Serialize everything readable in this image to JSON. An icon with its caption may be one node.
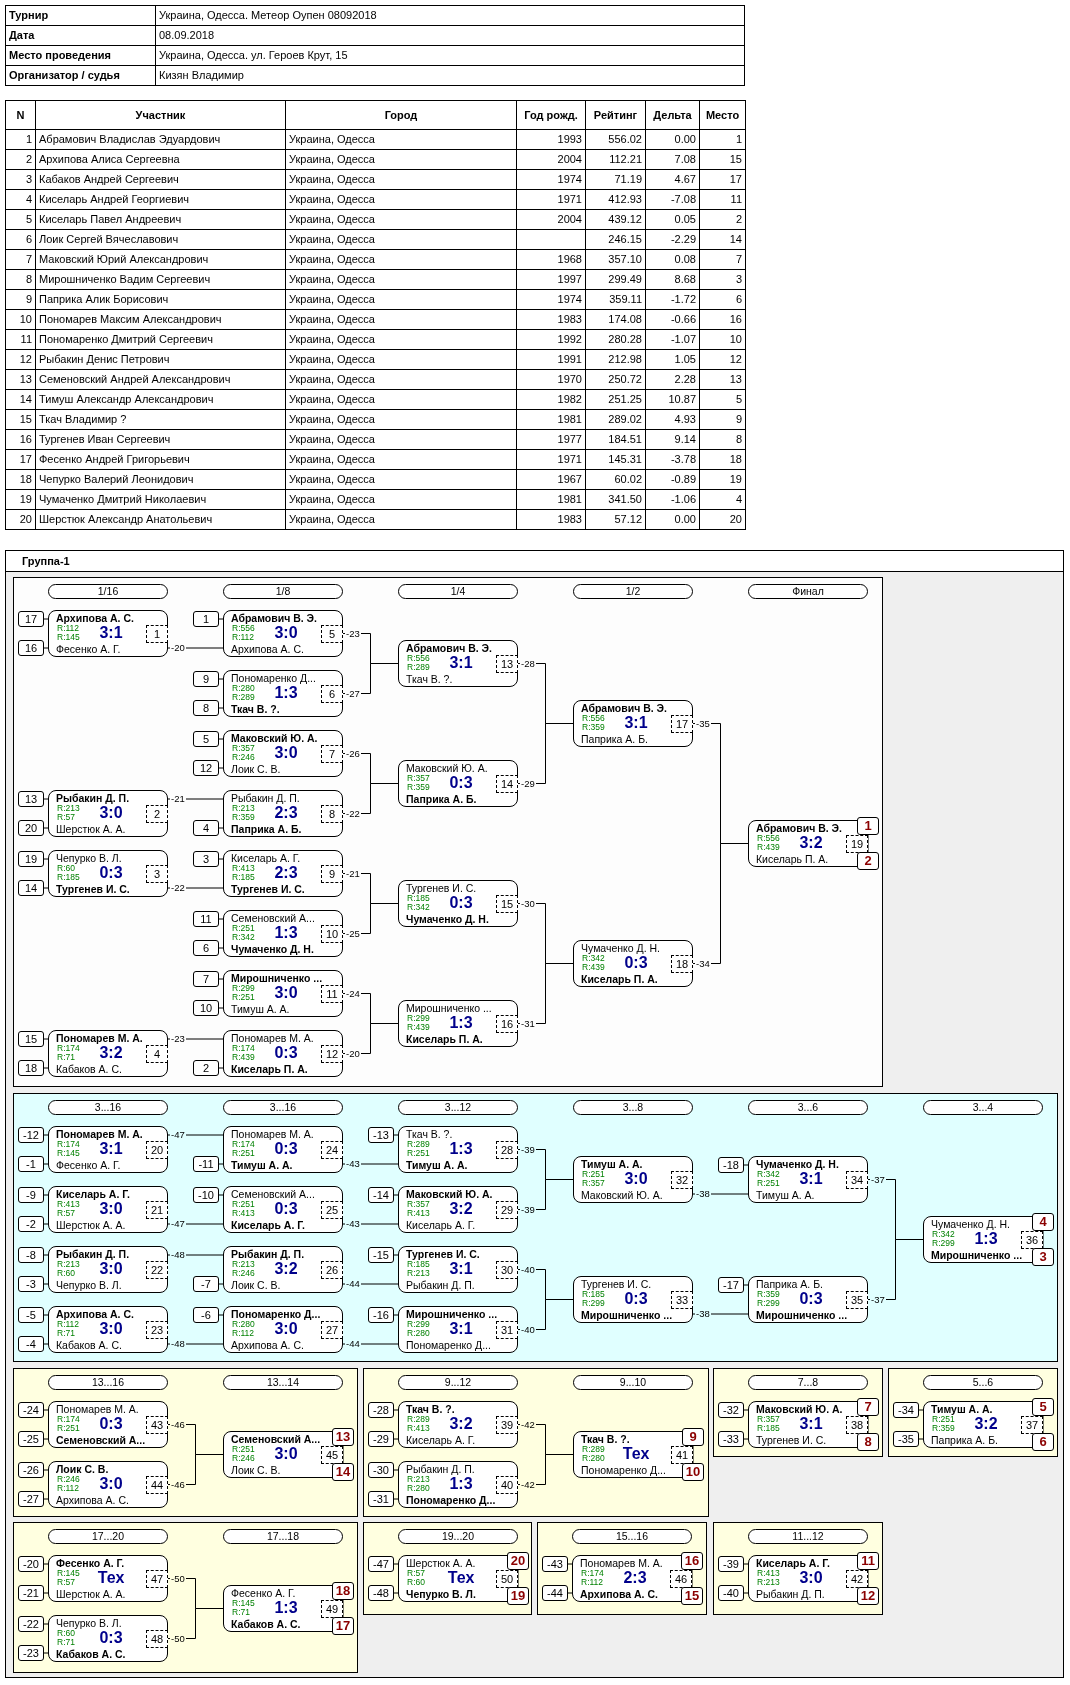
{
  "diagram": {
    "nodes": [
      {
        "text": [
          "Группа-1"
        ]
      },
      {
        "text": [],
        "shape": "box",
        "in": 0
      },
      {
        "text": [],
        "shape": "box",
        "in": 0
      },
      {
        "text": [],
        "shape": "box",
        "in": 0
      },
      {
        "text": [],
        "shape": "box",
        "in": 0
      },
      {
        "text": [],
        "shape": "box",
        "in": 0
      },
      {
        "text": [],
        "shape": "box",
        "in": 0
      },
      {
        "text": [],
        "shape": "box",
        "in": 0
      },
      {
        "text": [],
        "shape": "box",
        "in": 0
      },
      {
        "text": [],
        "shape": "box",
        "in": 0
      },
      {
        "text": [],
        "shape": "box",
        "in": 0
      },
      {
        "text": [
          "1/16"
        ],
        "in": 1
      },
      {
        "text": [
          "1/8"
        ],
        "in": 1
      },
      {
        "text": [
          "1/4"
        ],
        "in": 1
      },
      {
        "text": [
          "1/2"
        ],
        "in": 1
      },
      {
        "text": [
          "Финал"
        ],
        "in": 1
      },
      {
        "text": [
          "3...16"
        ],
        "in": 2
      },
      {
        "text": [
          "3...16"
        ],
        "in": 2
      },
      {
        "text": [
          "3...12"
        ],
        "in": 2
      },
      {
        "text": [
          "3...8"
        ],
        "in": 2
      },
      {
        "text": [
          "3...6"
        ],
        "in": 2
      },
      {
        "text": [
          "3...4"
        ],
        "in": 2
      },
      {
        "text": [
          "13...16"
        ],
        "in": 3
      },
      {
        "text": [
          "13...14"
        ],
        "in": 3
      },
      {
        "text": [
          "9...12"
        ],
        "in": 4
      },
      {
        "text": [
          "9...10"
        ],
        "in": 4
      },
      {
        "text": [
          "7...8"
        ],
        "in": 5
      },
      {
        "text": [
          "5...6"
        ],
        "in": 6
      },
      {
        "text": [
          "17...20"
        ],
        "in": 7
      },
      {
        "text": [
          "17...18"
        ],
        "in": 7
      },
      {
        "text": [
          "19...20"
        ],
        "in": 8
      },
      {
        "text": [
          "15...16"
        ],
        "in": 9
      },
      {
        "text": [
          "11...12"
        ],
        "in": 10
      },
      {
        "text": [
          "**Архипова А. С.**",
          "R:112",
          "R:145",
          "3:1",
          "1",
          "Фесенко А. Г."
        ],
        "in": 1
      },
      {
        "text": [
          "**Рыбакин Д. П.**",
          "R:213",
          "R:57",
          "3:0",
          "2",
          "Шерстюк А. А."
        ],
        "in": 1
      },
      {
        "text": [
          "Чепурко В. Л.",
          "R:60",
          "R:185",
          "0:3",
          "3",
          "**Тургенев И. С.**"
        ],
        "in": 1
      },
      {
        "text": [
          "**Пономарев М. А.**",
          "R:174",
          "R:71",
          "3:2",
          "4",
          "Кабаков А. С."
        ],
        "in": 1
      },
      {
        "text": [
          "**Абрамович В. Э.**",
          "R:556",
          "R:112",
          "3:0",
          "5",
          "Архипова А. С."
        ],
        "in": 1
      },
      {
        "text": [
          "Пономаренко Д...",
          "R:280",
          "R:289",
          "1:3",
          "6",
          "**Ткач В. ?.**"
        ],
        "in": 1
      },
      {
        "text": [
          "**Маковский Ю. А.**",
          "R:357",
          "R:246",
          "3:0",
          "7",
          "Лоик С. В."
        ],
        "in": 1
      },
      {
        "text": [
          "Рыбакин Д. П.",
          "R:213",
          "R:359",
          "2:3",
          "8",
          "**Паприка А. Б.**"
        ],
        "in": 1
      },
      {
        "text": [
          "Киселарь А. Г.",
          "R:413",
          "R:185",
          "2:3",
          "9",
          "**Тургенев И. С.**"
        ],
        "in": 1
      },
      {
        "text": [
          "Семеновский А...",
          "R:251",
          "R:342",
          "1:3",
          "10",
          "**Чумаченко Д. Н.**"
        ],
        "in": 1
      },
      {
        "text": [
          "**Мирошниченко ...**",
          "R:299",
          "R:251",
          "3:0",
          "11",
          "Тимуш А. А."
        ],
        "in": 1
      },
      {
        "text": [
          "Пономарев М. А.",
          "R:174",
          "R:439",
          "0:3",
          "12",
          "**Киселарь П. А.**"
        ],
        "in": 1
      },
      {
        "text": [
          "**Абрамович В. Э.**",
          "R:556",
          "R:289",
          "3:1",
          "13",
          "Ткач В. ?."
        ],
        "in": 1
      },
      {
        "text": [
          "Маковский Ю. А.",
          "R:357",
          "R:359",
          "0:3",
          "14",
          "**Паприка А. Б.**"
        ],
        "in": 1
      },
      {
        "text": [
          "Тургенев И. С.",
          "R:185",
          "R:342",
          "0:3",
          "15",
          "**Чумаченко Д. Н.**"
        ],
        "in": 1
      },
      {
        "text": [
          "Мирошниченко ...",
          "R:299",
          "R:439",
          "1:3",
          "16",
          "**Киселарь П. А.**"
        ],
        "in": 1
      },
      {
        "text": [
          "**Абрамович В. Э.**",
          "R:556",
          "R:359",
          "3:1",
          "17",
          "Паприка А. Б."
        ],
        "in": 1
      },
      {
        "text": [
          "Чумаченко Д. Н.",
          "R:342",
          "R:439",
          "0:3",
          "18",
          "**Киселарь П. А.**"
        ],
        "in": 1
      },
      {
        "text": [
          "**Абрамович В. Э.**",
          "R:556",
          "R:439",
          "3:2",
          "19",
          "Киселарь П. А."
        ],
        "in": 1
      },
      {
        "text": [
          "**Пономарев М. А.**",
          "R:174",
          "R:145",
          "3:1",
          "20",
          "Фесенко А. Г."
        ],
        "in": 2
      },
      {
        "text": [
          "**Киселарь А. Г.**",
          "R:413",
          "R:57",
          "3:0",
          "21",
          "Шерстюк А. А."
        ],
        "in": 2
      },
      {
        "text": [
          "**Рыбакин Д. П.**",
          "R:213",
          "R:60",
          "3:0",
          "22",
          "Чепурко В. Л."
        ],
        "in": 2
      },
      {
        "text": [
          "**Архипова А. С.**",
          "R:112",
          "R:71",
          "3:0",
          "23",
          "Кабаков А. С."
        ],
        "in": 2
      },
      {
        "text": [
          "Пономарев М. А.",
          "R:174",
          "R:251",
          "0:3",
          "24",
          "**Тимуш А. А.**"
        ],
        "in": 2
      },
      {
        "text": [
          "Семеновский А...",
          "R:251",
          "R:413",
          "0:3",
          "25",
          "**Киселарь А. Г.**"
        ],
        "in": 2
      },
      {
        "text": [
          "**Рыбакин Д. П.**",
          "R:213",
          "R:246",
          "3:2",
          "26",
          "Лоик С. В."
        ],
        "in": 2
      },
      {
        "text": [
          "**Пономаренко Д...**",
          "R:280",
          "R:112",
          "3:0",
          "27",
          "Архипова А. С."
        ],
        "in": 2
      },
      {
        "text": [
          "Ткач В. ?.",
          "R:289",
          "R:251",
          "1:3",
          "28",
          "**Тимуш А. А.**"
        ],
        "in": 2
      },
      {
        "text": [
          "**Маковский Ю. А.**",
          "R:357",
          "R:413",
          "3:2",
          "29",
          "Киселарь А. Г."
        ],
        "in": 2
      },
      {
        "text": [
          "**Тургенев И. С.**",
          "R:185",
          "R:213",
          "3:1",
          "30",
          "Рыбакин Д. П."
        ],
        "in": 2
      },
      {
        "text": [
          "**Мирошниченко ...**",
          "R:299",
          "R:280",
          "3:1",
          "31",
          "Пономаренко Д..."
        ],
        "in": 2
      },
      {
        "text": [
          "**Тимуш А. А.**",
          "R:251",
          "R:357",
          "3:0",
          "32",
          "Маковский Ю. А."
        ],
        "in": 2
      },
      {
        "text": [
          "Тургенев И. С.",
          "R:185",
          "R:299",
          "0:3",
          "33",
          "**Мирошниченко ...**"
        ],
        "in": 2
      },
      {
        "text": [
          "**Чумаченко Д. Н.**",
          "R:342",
          "R:251",
          "3:1",
          "34",
          "Тимуш А. А."
        ],
        "in": 2
      },
      {
        "text": [
          "Паприка А. Б.",
          "R:359",
          "R:299",
          "0:3",
          "35",
          "**Мирошниченко ...**"
        ],
        "in": 2
      },
      {
        "text": [
          "Чумаченко Д. Н.",
          "R:342",
          "R:299",
          "1:3",
          "36",
          "**Мирошниченко ...**"
        ],
        "in": 2
      },
      {
        "text": [
          "**Тимуш А. А.**",
          "R:251",
          "R:359",
          "3:2",
          "37",
          "Паприка А. Б."
        ],
        "in": 6
      },
      {
        "text": [
          "**Маковский Ю. А.**",
          "R:357",
          "R:185",
          "3:1",
          "38",
          "Тургенев И. С."
        ],
        "in": 5
      },
      {
        "text": [
          "**Ткач В. ?.**",
          "R:289",
          "R:413",
          "3:2",
          "39",
          "Киселарь А. Г."
        ],
        "in": 4
      },
      {
        "text": [
          "Рыбакин Д. П.",
          "R:213",
          "R:280",
          "1:3",
          "40",
          "**Пономаренко Д...**"
        ],
        "in": 4
      },
      {
        "text": [
          "**Ткач В. ?.**",
          "R:289",
          "R:280",
          "Тех",
          "41",
          "Пономаренко Д..."
        ],
        "in": 4
      },
      {
        "text": [
          "**Киселарь А. Г.**",
          "R:413",
          "R:213",
          "3:0",
          "42",
          "Рыбакин Д. П."
        ],
        "in": 10
      },
      {
        "text": [
          "Пономарев М. А.",
          "R:174",
          "R:251",
          "0:3",
          "43",
          "**Семеновский А...**"
        ],
        "in": 3
      },
      {
        "text": [
          "**Лоик С. В.**",
          "R:246",
          "R:112",
          "3:0",
          "44",
          "Архипова А. С."
        ],
        "in": 3
      },
      {
        "text": [
          "**Семеновский А...**",
          "R:251",
          "R:246",
          "3:0",
          "45",
          "Лоик С. В."
        ],
        "in": 3
      },
      {
        "text": [
          "Пономарев М. А.",
          "R:174",
          "R:112",
          "2:3",
          "46",
          "**Архипова А. С.**"
        ],
        "in": 9
      },
      {
        "text": [
          "**Фесенко А. Г.**",
          "R:145",
          "R:57",
          "Тех",
          "47",
          "Шерстюк А. А."
        ],
        "in": 7
      },
      {
        "text": [
          "Чепурко В. Л.",
          "R:60",
          "R:71",
          "0:3",
          "48",
          "**Кабаков А. С.**"
        ],
        "in": 7
      },
      {
        "text": [
          "Фесенко А. Г.",
          "R:145",
          "R:71",
          "1:3",
          "49",
          "**Кабаков А. С.**"
        ],
        "in": 7
      },
      {
        "text": [
          "Шерстюк А. А.",
          "R:57",
          "R:60",
          "Тех",
          "50",
          "**Чепурко В. Л.**"
        ],
        "in": 8
      },
      {
        "text": [
          "17"
        ],
        "in": 1
      },
      {
        "text": [
          "16"
        ],
        "in": 1
      },
      {
        "text": [
          "13"
        ],
        "in": 1
      },
      {
        "text": [
          "20"
        ],
        "in": 1
      },
      {
        "text": [
          "19"
        ],
        "in": 1
      },
      {
        "text": [
          "14"
        ],
        "in": 1
      },
      {
        "text": [
          "15"
        ],
        "in": 1
      },
      {
        "text": [
          "18"
        ],
        "in": 1
      },
      {
        "text": [
          "1"
        ],
        "in": 1
      },
      {
        "text": [
          "9"
        ],
        "in": 1
      },
      {
        "text": [
          "8"
        ],
        "in": 1
      },
      {
        "text": [
          "5"
        ],
        "in": 1
      },
      {
        "text": [
          "12"
        ],
        "in": 1
      },
      {
        "text": [
          "4"
        ],
        "in": 1
      },
      {
        "text": [
          "3"
        ],
        "in": 1
      },
      {
        "text": [
          "11"
        ],
        "in": 1
      },
      {
        "text": [
          "6"
        ],
        "in": 1
      },
      {
        "text": [
          "7"
        ],
        "in": 1
      },
      {
        "text": [
          "10"
        ],
        "in": 1
      },
      {
        "text": [
          "2"
        ],
        "in": 1
      },
      {
        "text": [
          "-12"
        ],
        "in": 2
      },
      {
        "text": [
          "-1"
        ],
        "in": 2
      },
      {
        "text": [
          "-9"
        ],
        "in": 2
      },
      {
        "text": [
          "-2"
        ],
        "in": 2
      },
      {
        "text": [
          "-8"
        ],
        "in": 2
      },
      {
        "text": [
          "-3"
        ],
        "in": 2
      },
      {
        "text": [
          "-5"
        ],
        "in": 2
      },
      {
        "text": [
          "-4"
        ],
        "in": 2
      },
      {
        "text": [
          "-11"
        ],
        "in": 2
      },
      {
        "text": [
          "-10"
        ],
        "in": 2
      },
      {
        "text": [
          "-7"
        ],
        "in": 2
      },
      {
        "text": [
          "-6"
        ],
        "in": 2
      },
      {
        "text": [
          "-13"
        ],
        "in": 2
      },
      {
        "text": [
          "-14"
        ],
        "in": 2
      },
      {
        "text": [
          "-15"
        ],
        "in": 2
      },
      {
        "text": [
          "-16"
        ],
        "in": 2
      },
      {
        "text": [
          "-18"
        ],
        "in": 2
      },
      {
        "text": [
          "-17"
        ],
        "in": 2
      },
      {
        "text": [
          "-34"
        ],
        "in": 6
      },
      {
        "text": [
          "-35"
        ],
        "in": 6
      },
      {
        "text": [
          "-32"
        ],
        "in": 5
      },
      {
        "text": [
          "-33"
        ],
        "in": 5
      },
      {
        "text": [
          "-28"
        ],
        "in": 4
      },
      {
        "text": [
          "-29"
        ],
        "in": 4
      },
      {
        "text": [
          "-30"
        ],
        "in": 4
      },
      {
        "text": [
          "-31"
        ],
        "in": 4
      },
      {
        "text": [
          "-39"
        ],
        "in": 10
      },
      {
        "text": [
          "-40"
        ],
        "in": 10
      },
      {
        "text": [
          "-24"
        ],
        "in": 3
      },
      {
        "text": [
          "-25"
        ],
        "in": 3
      },
      {
        "text": [
          "-26"
        ],
        "in": 3
      },
      {
        "text": [
          "-27"
        ],
        "in": 3
      },
      {
        "text": [
          "-43"
        ],
        "in": 9
      },
      {
        "text": [
          "-44"
        ],
        "in": 9
      },
      {
        "text": [
          "-20"
        ],
        "in": 7
      },
      {
        "text": [
          "-21"
        ],
        "in": 7
      },
      {
        "text": [
          "-22"
        ],
        "in": 7
      },
      {
        "text": [
          "-23"
        ],
        "in": 7
      },
      {
        "text": [
          "-47"
        ],
        "in": 8
      },
      {
        "text": [
          "-48"
        ],
        "in": 8
      },
      {
        "text": [
          "1"
        ],
        "in": 1
      },
      {
        "text": [
          "2"
        ],
        "in": 1
      },
      {
        "text": [
          "4"
        ],
        "in": 2
      },
      {
        "text": [
          "3"
        ],
        "in": 2
      },
      {
        "text": [
          "5"
        ],
        "in": 6
      },
      {
        "text": [
          "6"
        ],
        "in": 6
      },
      {
        "text": [
          "7"
        ],
        "in": 5
      },
      {
        "text": [
          "8"
        ],
        "in": 5
      },
      {
        "text": [
          "9"
        ],
        "in": 4
      },
      {
        "text": [
          "10"
        ],
        "in": 4
      },
      {
        "text": [
          "11"
        ],
        "in": 10
      },
      {
        "text": [
          "12"
        ],
        "in": 10
      },
      {
        "text": [
          "13"
        ],
        "in": 3
      },
      {
        "text": [
          "14"
        ],
        "in": 3
      },
      {
        "text": [
          "16"
        ],
        "in": 9
      },
      {
        "text": [
          "15"
        ],
        "in": 9
      },
      {
        "text": [
          "18"
        ],
        "in": 7
      },
      {
        "text": [
          "17"
        ],
        "in": 7
      },
      {
        "text": [
          "20"
        ],
        "in": 8
      },
      {
        "text": [
          "19"
        ],
        "in": 8
      }
    ],
    "edges": [
      {
        "from": 83,
        "to": 33,
        "arrow": "none"
      },
      {
        "from": 84,
        "to": 33,
        "arrow": "none"
      },
      {
        "from": 85,
        "to": 34,
        "arrow": "none"
      },
      {
        "from": 86,
        "to": 34,
        "arrow": "none"
      },
      {
        "from": 87,
        "to": 35,
        "arrow": "none"
      },
      {
        "from": 88,
        "to": 35,
        "arrow": "none"
      },
      {
        "from": 89,
        "to": 36,
        "arrow": "none"
      },
      {
        "from": 90,
        "to": 36,
        "arrow": "none"
      },
      {
        "from": 91,
        "to": 37,
        "arrow": "none"
      },
      {
        "from": 92,
        "to": 38,
        "arrow": "none"
      },
      {
        "from": 93,
        "to": 38,
        "arrow": "none"
      },
      {
        "from": 94,
        "to": 39,
        "arrow": "none"
      },
      {
        "from": 95,
        "to": 39,
        "arrow": "none"
      },
      {
        "from": 96,
        "to": 40,
        "arrow": "none"
      },
      {
        "from": 97,
        "to": 41,
        "arrow": "none"
      },
      {
        "from": 98,
        "to": 42,
        "arrow": "none"
      },
      {
        "from": 99,
        "to": 42,
        "arrow": "none"
      },
      {
        "from": 100,
        "to": 43,
        "arrow": "none"
      },
      {
        "from": 101,
        "to": 43,
        "arrow": "none"
      },
      {
        "from": 102,
        "to": 44,
        "arrow": "none"
      },
      {
        "from": 103,
        "to": 52,
        "arrow": "none"
      },
      {
        "from": 104,
        "to": 52,
        "arrow": "none"
      },
      {
        "from": 105,
        "to": 53,
        "arrow": "none"
      },
      {
        "from": 106,
        "to": 53,
        "arrow": "none"
      },
      {
        "from": 107,
        "to": 54,
        "arrow": "none"
      },
      {
        "from": 108,
        "to": 54,
        "arrow": "none"
      },
      {
        "from": 109,
        "to": 55,
        "arrow": "none"
      },
      {
        "from": 110,
        "to": 55,
        "arrow": "none"
      },
      {
        "from": 111,
        "to": 56,
        "arrow": "none"
      },
      {
        "from": 112,
        "to": 57,
        "arrow": "none"
      },
      {
        "from": 113,
        "to": 58,
        "arrow": "none"
      },
      {
        "from": 114,
        "to": 59,
        "arrow": "none"
      },
      {
        "from": 115,
        "to": 60,
        "arrow": "none"
      },
      {
        "from": 116,
        "to": 61,
        "arrow": "none"
      },
      {
        "from": 117,
        "to": 62,
        "arrow": "none"
      },
      {
        "from": 118,
        "to": 63,
        "arrow": "none"
      },
      {
        "from": 119,
        "to": 66,
        "arrow": "none"
      },
      {
        "from": 120,
        "to": 67,
        "arrow": "none"
      },
      {
        "from": 121,
        "to": 69,
        "arrow": "none"
      },
      {
        "from": 122,
        "to": 69,
        "arrow": "none"
      },
      {
        "from": 123,
        "to": 70,
        "arrow": "none"
      },
      {
        "from": 124,
        "to": 70,
        "arrow": "none"
      },
      {
        "from": 125,
        "to": 71,
        "arrow": "none"
      },
      {
        "from": 126,
        "to": 71,
        "arrow": "none"
      },
      {
        "from": 127,
        "to": 72,
        "arrow": "none"
      },
      {
        "from": 128,
        "to": 72,
        "arrow": "none"
      },
      {
        "from": 129,
        "to": 74,
        "arrow": "none"
      },
      {
        "from": 130,
        "to": 74,
        "arrow": "none"
      },
      {
        "from": 131,
        "to": 75,
        "arrow": "none"
      },
      {
        "from": 132,
        "to": 75,
        "arrow": "none"
      },
      {
        "from": 133,
        "to": 76,
        "arrow": "none"
      },
      {
        "from": 134,
        "to": 76,
        "arrow": "none"
      },
      {
        "from": 135,
        "to": 78,
        "arrow": "none"
      },
      {
        "from": 136,
        "to": 78,
        "arrow": "none"
      },
      {
        "from": 137,
        "to": 79,
        "arrow": "none"
      },
      {
        "from": 138,
        "to": 79,
        "arrow": "none"
      },
      {
        "from": 139,
        "to": 80,
        "arrow": "none"
      },
      {
        "from": 140,
        "to": 80,
        "arrow": "none"
      },
      {
        "from": 141,
        "to": 82,
        "arrow": "none"
      },
      {
        "from": 142,
        "to": 82,
        "arrow": "none"
      },
      {
        "from": 33,
        "to": 37,
        "arrow": "none",
        "label": "-20"
      },
      {
        "from": 34,
        "to": 40,
        "arrow": "none",
        "label": "-21"
      },
      {
        "from": 35,
        "to": 41,
        "arrow": "none",
        "label": "-22"
      },
      {
        "from": 36,
        "to": 44,
        "arrow": "none",
        "label": "-23"
      },
      {
        "from": 37,
        "to": 45,
        "arrow": "none",
        "label": "-23"
      },
      {
        "from": 38,
        "to": 45,
        "arrow": "none",
        "label": "-27"
      },
      {
        "from": 39,
        "to": 46,
        "arrow": "none",
        "label": "-26"
      },
      {
        "from": 40,
        "to": 46,
        "arrow": "none",
        "label": "-22"
      },
      {
        "from": 41,
        "to": 47,
        "arrow": "none",
        "label": "-21"
      },
      {
        "from": 42,
        "to": 47,
        "arrow": "none",
        "label": "-25"
      },
      {
        "from": 43,
        "to": 48,
        "arrow": "none",
        "label": "-24"
      },
      {
        "from": 44,
        "to": 48,
        "arrow": "none",
        "label": "-20"
      },
      {
        "from": 45,
        "to": 49,
        "arrow": "none",
        "label": "-28"
      },
      {
        "from": 46,
        "to": 49,
        "arrow": "none",
        "label": "-29"
      },
      {
        "from": 47,
        "to": 50,
        "arrow": "none",
        "label": "-30"
      },
      {
        "from": 48,
        "to": 50,
        "arrow": "none",
        "label": "-31"
      },
      {
        "from": 49,
        "to": 51,
        "arrow": "none",
        "label": "-35"
      },
      {
        "from": 50,
        "to": 51,
        "arrow": "none",
        "label": "-34"
      },
      {
        "from": 52,
        "to": 56,
        "arrow": "none",
        "label": "-47"
      },
      {
        "from": 53,
        "to": 57,
        "arrow": "none",
        "label": "-47"
      },
      {
        "from": 54,
        "to": 58,
        "arrow": "none",
        "label": "-48"
      },
      {
        "from": 55,
        "to": 59,
        "arrow": "none",
        "label": "-48"
      },
      {
        "from": 56,
        "to": 60,
        "arrow": "none",
        "label": "-43"
      },
      {
        "from": 57,
        "to": 61,
        "arrow": "none",
        "label": "-43"
      },
      {
        "from": 58,
        "to": 62,
        "arrow": "none",
        "label": "-44"
      },
      {
        "from": 59,
        "to": 63,
        "arrow": "none",
        "label": "-44"
      },
      {
        "from": 60,
        "to": 64,
        "arrow": "none",
        "label": "-39"
      },
      {
        "from": 61,
        "to": 64,
        "arrow": "none",
        "label": "-39"
      },
      {
        "from": 62,
        "to": 65,
        "arrow": "none",
        "label": "-40"
      },
      {
        "from": 63,
        "to": 65,
        "arrow": "none",
        "label": "-40"
      },
      {
        "from": 64,
        "to": 66,
        "arrow": "none",
        "label": "-38"
      },
      {
        "from": 65,
        "to": 67,
        "arrow": "none",
        "label": "-38"
      },
      {
        "from": 66,
        "to": 68,
        "arrow": "none",
        "label": "-37"
      },
      {
        "from": 67,
        "to": 68,
        "arrow": "none",
        "label": "-37"
      },
      {
        "from": 71,
        "to": 73,
        "arrow": "none",
        "label": "-42"
      },
      {
        "from": 72,
        "to": 73,
        "arrow": "none",
        "label": "-42"
      },
      {
        "from": 75,
        "to": 77,
        "arrow": "none",
        "label": "-46"
      },
      {
        "from": 76,
        "to": 77,
        "arrow": "none",
        "label": "-46"
      },
      {
        "from": 79,
        "to": 81,
        "arrow": "none",
        "label": "-50"
      },
      {
        "from": 80,
        "to": 81,
        "arrow": "none",
        "label": "-50"
      },
      {
        "from": 143,
        "to": 144,
        "arrow": "none"
      },
      {
        "from": 145,
        "to": 146,
        "arrow": "none"
      },
      {
        "from": 147,
        "to": 148,
        "arrow": "none"
      },
      {
        "from": 149,
        "to": 150,
        "arrow": "none"
      },
      {
        "from": 151,
        "to": 152,
        "arrow": "none"
      },
      {
        "from": 153,
        "to": 154,
        "arrow": "none"
      },
      {
        "from": 155,
        "to": 156,
        "arrow": "none"
      },
      {
        "from": 157,
        "to": 158,
        "arrow": "none"
      },
      {
        "from": 159,
        "to": 160,
        "arrow": "none"
      },
      {
        "from": 161,
        "to": 162,
        "arrow": "none"
      }
    ],
    "labels": [
      "Турнир",
      "Украина, Одесса. Метеор Оупен 08092018",
      "Дата",
      "08.09.2018",
      "Место проведения",
      "Украина, Одесса. ул. Героев Крут, 15",
      "Организатор / судья",
      "Кизян Владимир",
      "N",
      "Участник",
      "Город",
      "Год рожд.",
      "Рейтинг",
      "Дельта",
      "Место",
      "1",
      "Абрамович Владислав Эдуардович",
      "Украина, Одесса",
      "1993",
      "556.02",
      "0.00",
      "1",
      "2",
      "Архипова Алиса Сергеевна",
      "Украина, Одесса",
      "2004",
      "112.21",
      "7.08",
      "15",
      "3",
      "Кабаков Андрей Сергеевич",
      "Украина, Одесса",
      "1974",
      "71.19",
      "4.67",
      "17",
      "4",
      "Киселарь Андрей Георгиевич",
      "Украина, Одесса",
      "1971",
      "412.93",
      "-7.08",
      "11",
      "5",
      "Киселарь Павел Андреевич",
      "Украина, Одесса",
      "2004",
      "439.12",
      "0.05",
      "2",
      "6",
      "Лоик Сергей Вячеславович",
      "Украина, Одесса",
      "246.15",
      "-2.29",
      "14",
      "7",
      "Маковский Юрий Александрович",
      "Украина, Одесса",
      "1968",
      "357.10",
      "0.08",
      "7",
      "8",
      "Мирошниченко Вадим Сергеевич",
      "Украина, Одесса",
      "1997",
      "299.49",
      "8.68",
      "3",
      "9",
      "Паприка Алик Борисович",
      "Украина, Одесса",
      "1974",
      "359.11",
      "-1.72",
      "6",
      "10",
      "Пономарев Максим Александрович",
      "Украина, Одесса",
      "1983",
      "174.08",
      "-0.66",
      "16",
      "11",
      "Пономаренко Дмитрий Сергеевич",
      "Украина, Одесса",
      "1992",
      "280.28",
      "-1.07",
      "10",
      "12",
      "Рыбакин Денис Петрович",
      "Украина, Одесса",
      "1991",
      "212.98",
      "1.05",
      "12",
      "13",
      "Семеновский Андрей Александрович",
      "Украина, Одесса",
      "1970",
      "250.72",
      "2.28",
      "13",
      "14",
      "Тимуш Александр Александрович",
      "Украина, Одесса",
      "1982",
      "251.25",
      "10.87",
      "5",
      "15",
      "Ткач Владимир ?",
      "Украина, Одесса",
      "1981",
      "289.02",
      "4.93",
      "9",
      "16",
      "Тургенев Иван Сергеевич",
      "Украина, Одесса",
      "1977",
      "184.51",
      "9.14",
      "8",
      "17",
      "Фесенко Андрей Григорьевич",
      "Украина, Одесса",
      "1971",
      "145.31",
      "-3.78",
      "18",
      "18",
      "Чепурко Валерий Леонидович",
      "Украина, Одесса",
      "1967",
      "60.02",
      "-0.89",
      "19",
      "19",
      "Чумаченко Дмитрий Николаевич",
      "Украина, Одесса",
      "1981",
      "341.50",
      "-1.06",
      "4",
      "20",
      "Шерстюк Александр Анатольевич",
      "Украина, Одесса",
      "1983",
      "57.12",
      "0.00",
      "20"
    ]
  }
}
